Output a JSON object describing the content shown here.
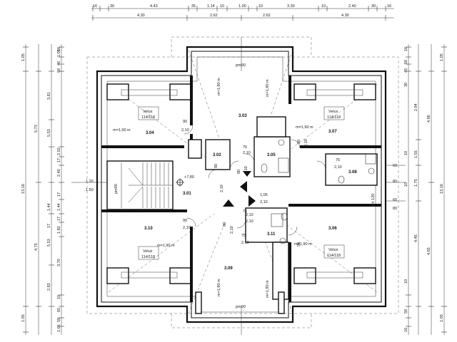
{
  "dims_top_row1": [
    "16",
    "30",
    "4.43",
    "35",
    "1.14",
    "10",
    "1.00",
    "10",
    "3.30",
    "10",
    "2.40",
    "30",
    "16"
  ],
  "dims_top_row2": [
    "4.30",
    "2.62",
    "2.62",
    "4.30"
  ],
  "dims_left_outer": [
    "1.05",
    "13.16",
    "1.05"
  ],
  "dims_left_mid": [
    "5.73",
    "4.75"
  ],
  "dims_left_row2": [
    "3.81",
    "5.53",
    "1.20",
    "1.50",
    "5.53",
    "2.83"
  ],
  "dims_left_small": [
    "1.05",
    "46",
    "59",
    "16",
    "2.02",
    "17",
    "2.40",
    "17",
    "1.44",
    "1.44",
    "17",
    "1.82",
    "17",
    "3.70",
    "10",
    "65",
    "59",
    "1.05"
  ],
  "dims_right_outer": [
    "1.05",
    "13.16",
    "1.05"
  ],
  "dims_right_mid": [
    "4.66",
    "4.65"
  ],
  "dims_right_row2": [
    "2.94",
    "1.55",
    "1.75",
    "4.46",
    "60",
    "80",
    "60",
    "80"
  ],
  "dims_right_small": [
    "16",
    "59",
    "45",
    "30",
    "10",
    "10",
    "10",
    "59",
    "16"
  ],
  "rooms": [
    "3.01",
    "3.02",
    "3.03",
    "3.04",
    "3.05",
    "3.06",
    "3.07",
    "3.08",
    "3.09",
    "3.10",
    "3.11"
  ],
  "labels": {
    "pm90_top": "pm90",
    "pm90_bottom": "pm90",
    "pm90_left": "pm90",
    "pm120_right": "pm 120",
    "m190_a": "m=1,90 m",
    "m190_b": "m=1,90 m",
    "m190_c": "m=1,90 m",
    "m190_d": "m=1,90 m",
    "m190_e": "m=1,90 m",
    "m190_f": "m=1,90 m",
    "m190_g": "m=1,90 m",
    "m190_h": "m=1,90 m",
    "level": "+7,80",
    "velux_a1": "Velux",
    "velux_a2": "114/118",
    "velux_b1": "Velux",
    "velux_b2": "114/118",
    "velux_c1": "Velux",
    "velux_c2": "114/118",
    "velux_d1": "Velux",
    "velux_d2": "114/118",
    "d1": "90",
    "d2": "2,10",
    "d3": "75",
    "d4": "2,10",
    "d5": "80",
    "d6": "2,10",
    "d7": "1,06",
    "d8": "2,10",
    "d9": "90",
    "d10": "2,10",
    "d11": "75",
    "d12": "2,10",
    "d13": "90",
    "d14": "2,10",
    "d15": "75",
    "d16": "2,10",
    "d17": "80",
    "d18": "2,10",
    "d19": "90",
    "d20": "2,10",
    "d21": "75",
    "d22": "2,10",
    "d23": "80",
    "d24": "2,10"
  }
}
